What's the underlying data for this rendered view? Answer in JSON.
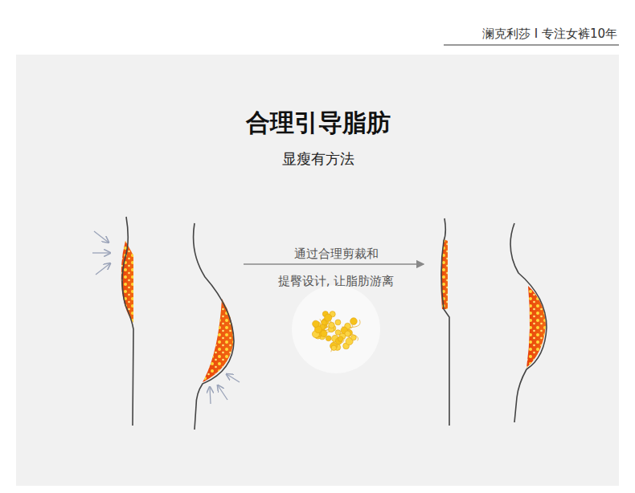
{
  "diagram": {
    "title": "合理引导脂肪",
    "labels": [
      "澜克利莎 I 专注女裤10年",
      "显瘦有方法",
      "通过合理剪裁和",
      "提臀设计, 让脂肪游离"
    ]
  }
}
